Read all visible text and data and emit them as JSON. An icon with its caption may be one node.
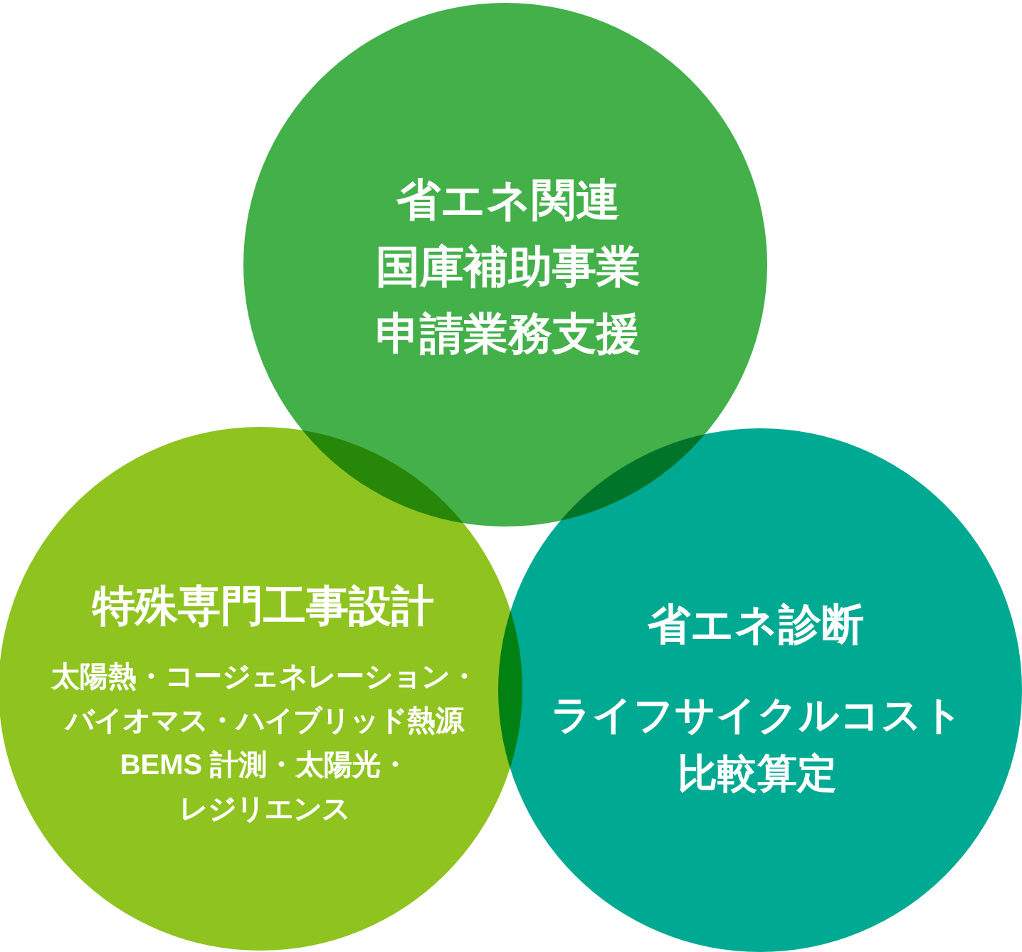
{
  "diagram": {
    "nodes": [
      {
        "text": [
          "省エネ関連国庫補助事業申請業務支援"
        ]
      },
      {
        "text": [
          "特殊専門工事設計",
          "太陽熱・コージェネレーション・バイオマス・ハイブリッド熱源BEMS 計測・太陽光・レジリエンス"
        ]
      },
      {
        "text": [
          "省エネ診断",
          "ライフサイクルコスト比較算定"
        ]
      }
    ]
  }
}
